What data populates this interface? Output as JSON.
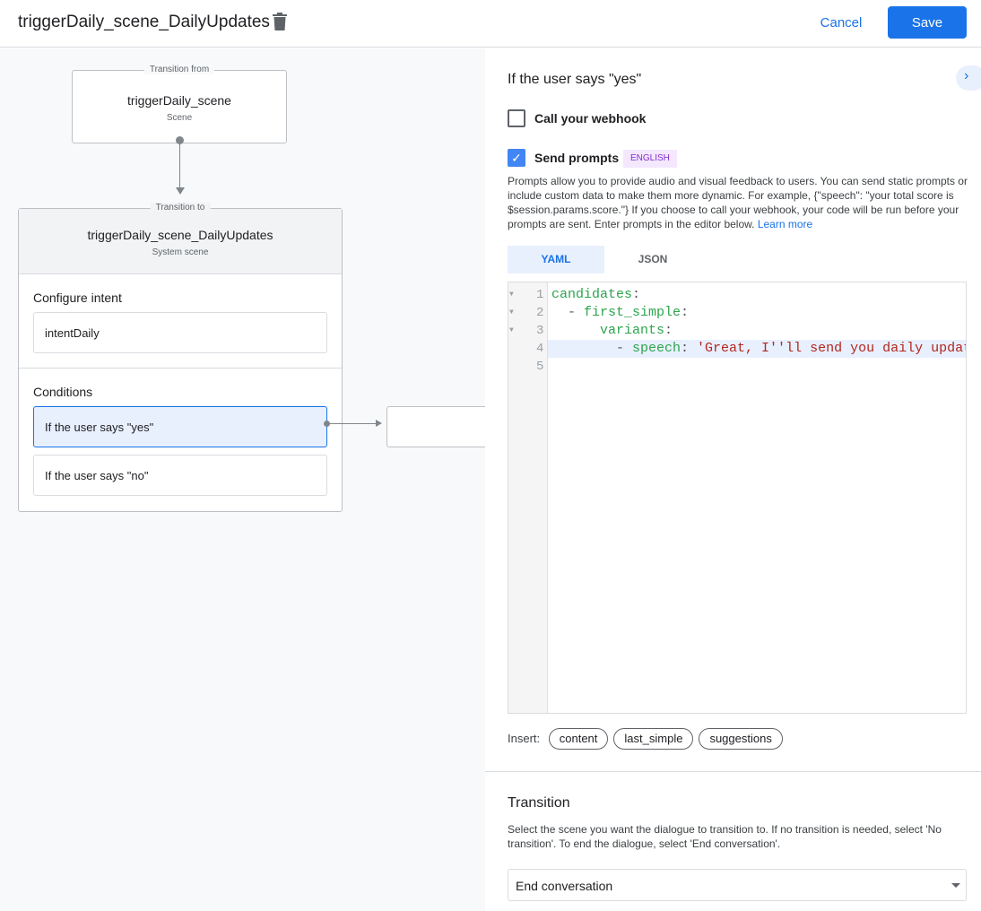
{
  "header": {
    "title": "triggerDaily_scene_DailyUpdates",
    "cancel": "Cancel",
    "save": "Save"
  },
  "canvas": {
    "from": {
      "label": "Transition from",
      "name": "triggerDaily_scene",
      "type": "Scene"
    },
    "to": {
      "label": "Transition to",
      "name": "triggerDaily_scene_DailyUpdates",
      "type": "System scene"
    },
    "intent_heading": "Configure intent",
    "intent": "intentDaily",
    "conditions_heading": "Conditions",
    "conditions": [
      "If the user says \"yes\"",
      "If the user says \"no\""
    ]
  },
  "panel": {
    "heading": "If the user says \"yes\"",
    "webhook": {
      "label": "Call your webhook",
      "checked": false
    },
    "prompts": {
      "label": "Send prompts",
      "checked": true,
      "badge": "ENGLISH"
    },
    "description": "Prompts allow you to provide audio and visual feedback to users. You can send static prompts or include custom data to make them more dynamic. For example, {\"speech\": \"your total score is $session.params.score.\"} If you choose to call your webhook, your code will be run before your prompts are sent. Enter prompts in the editor below.",
    "learn_more": "Learn more",
    "tabs": [
      "YAML",
      "JSON"
    ],
    "active_tab": "YAML",
    "code_lines": [
      "1",
      "2",
      "3",
      "4",
      "5"
    ],
    "code": {
      "l1k": "candidates",
      "l2k": "first_simple",
      "l3k": "variants",
      "l4k": "speech",
      "l4v": "'Great, I''ll send you daily updates."
    },
    "insert_label": "Insert:",
    "insert_chips": [
      "content",
      "last_simple",
      "suggestions"
    ],
    "transition": {
      "heading": "Transition",
      "description": "Select the scene you want the dialogue to transition to. If no transition is needed, select 'No transition'. To end the dialogue, select 'End conversation'.",
      "selected": "End conversation"
    }
  },
  "colors": {
    "accent": "#1a73e8",
    "badge_bg": "#f3e8fd",
    "badge_text": "#8430ce",
    "selected_bg": "#e8f0fe"
  }
}
